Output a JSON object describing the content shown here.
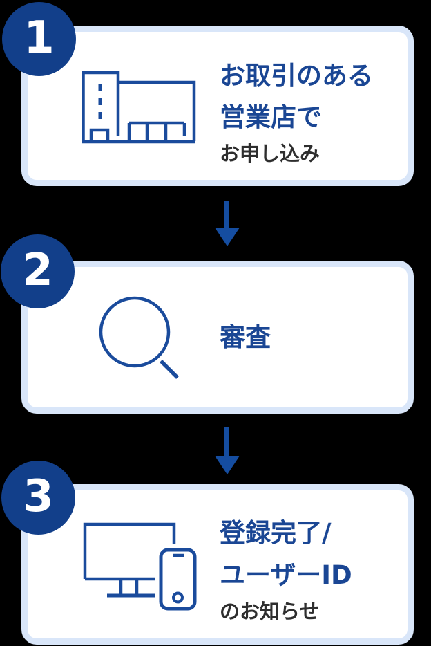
{
  "colors": {
    "page_bg": "#000000",
    "card_bg": "#ffffff",
    "card_border": "#d9e6f9",
    "circle_bg": "#123f8a",
    "number_color": "#ffffff",
    "title_color": "#1a4694",
    "subtitle_color": "#2e2e2e",
    "icon_stroke": "#1a4b9c",
    "arrow_color": "#154da0"
  },
  "steps": [
    {
      "number": "1",
      "icon": "bank-building-icon",
      "title_lines": [
        "お取引のある",
        "営業店で"
      ],
      "subtitle": "お申し込み"
    },
    {
      "number": "2",
      "icon": "magnifier-icon",
      "title_lines": [
        "審査"
      ],
      "subtitle": ""
    },
    {
      "number": "3",
      "icon": "monitor-smartphone-icon",
      "title_lines": [
        "登録完了/",
        "ユーザーID"
      ],
      "subtitle": "のお知らせ"
    }
  ]
}
